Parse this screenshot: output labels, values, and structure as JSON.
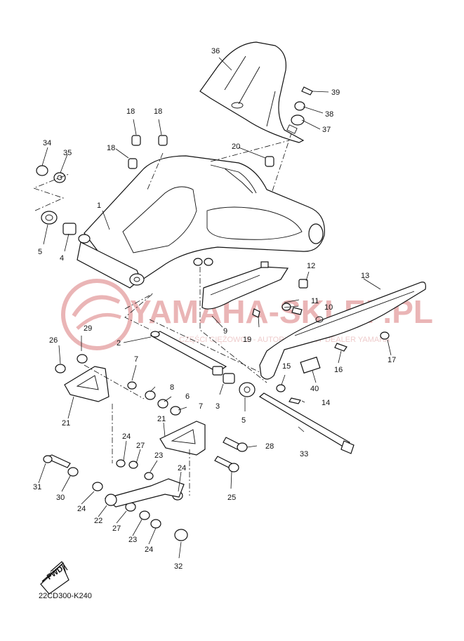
{
  "diagram_code": "22CD300-K240",
  "fwd_label": "FWD",
  "watermark": {
    "main": "YAMAHA-SKLEP.PL",
    "sub": "CZĘŚCI CIĘŻOWCE - AUTORYZOWANY DEALER YAMAHA",
    "color": "#e7a9aa"
  },
  "callouts": [
    "1",
    "2",
    "3",
    "4",
    "5",
    "5",
    "6",
    "7",
    "7",
    "8",
    "9",
    "10",
    "11",
    "12",
    "13",
    "14",
    "15",
    "16",
    "17",
    "18",
    "18",
    "18",
    "19",
    "20",
    "21",
    "21",
    "22",
    "23",
    "23",
    "24",
    "24",
    "24",
    "24",
    "25",
    "26",
    "27",
    "27",
    "28",
    "29",
    "30",
    "31",
    "32",
    "33",
    "34",
    "35",
    "36",
    "37",
    "38",
    "39",
    "40"
  ]
}
